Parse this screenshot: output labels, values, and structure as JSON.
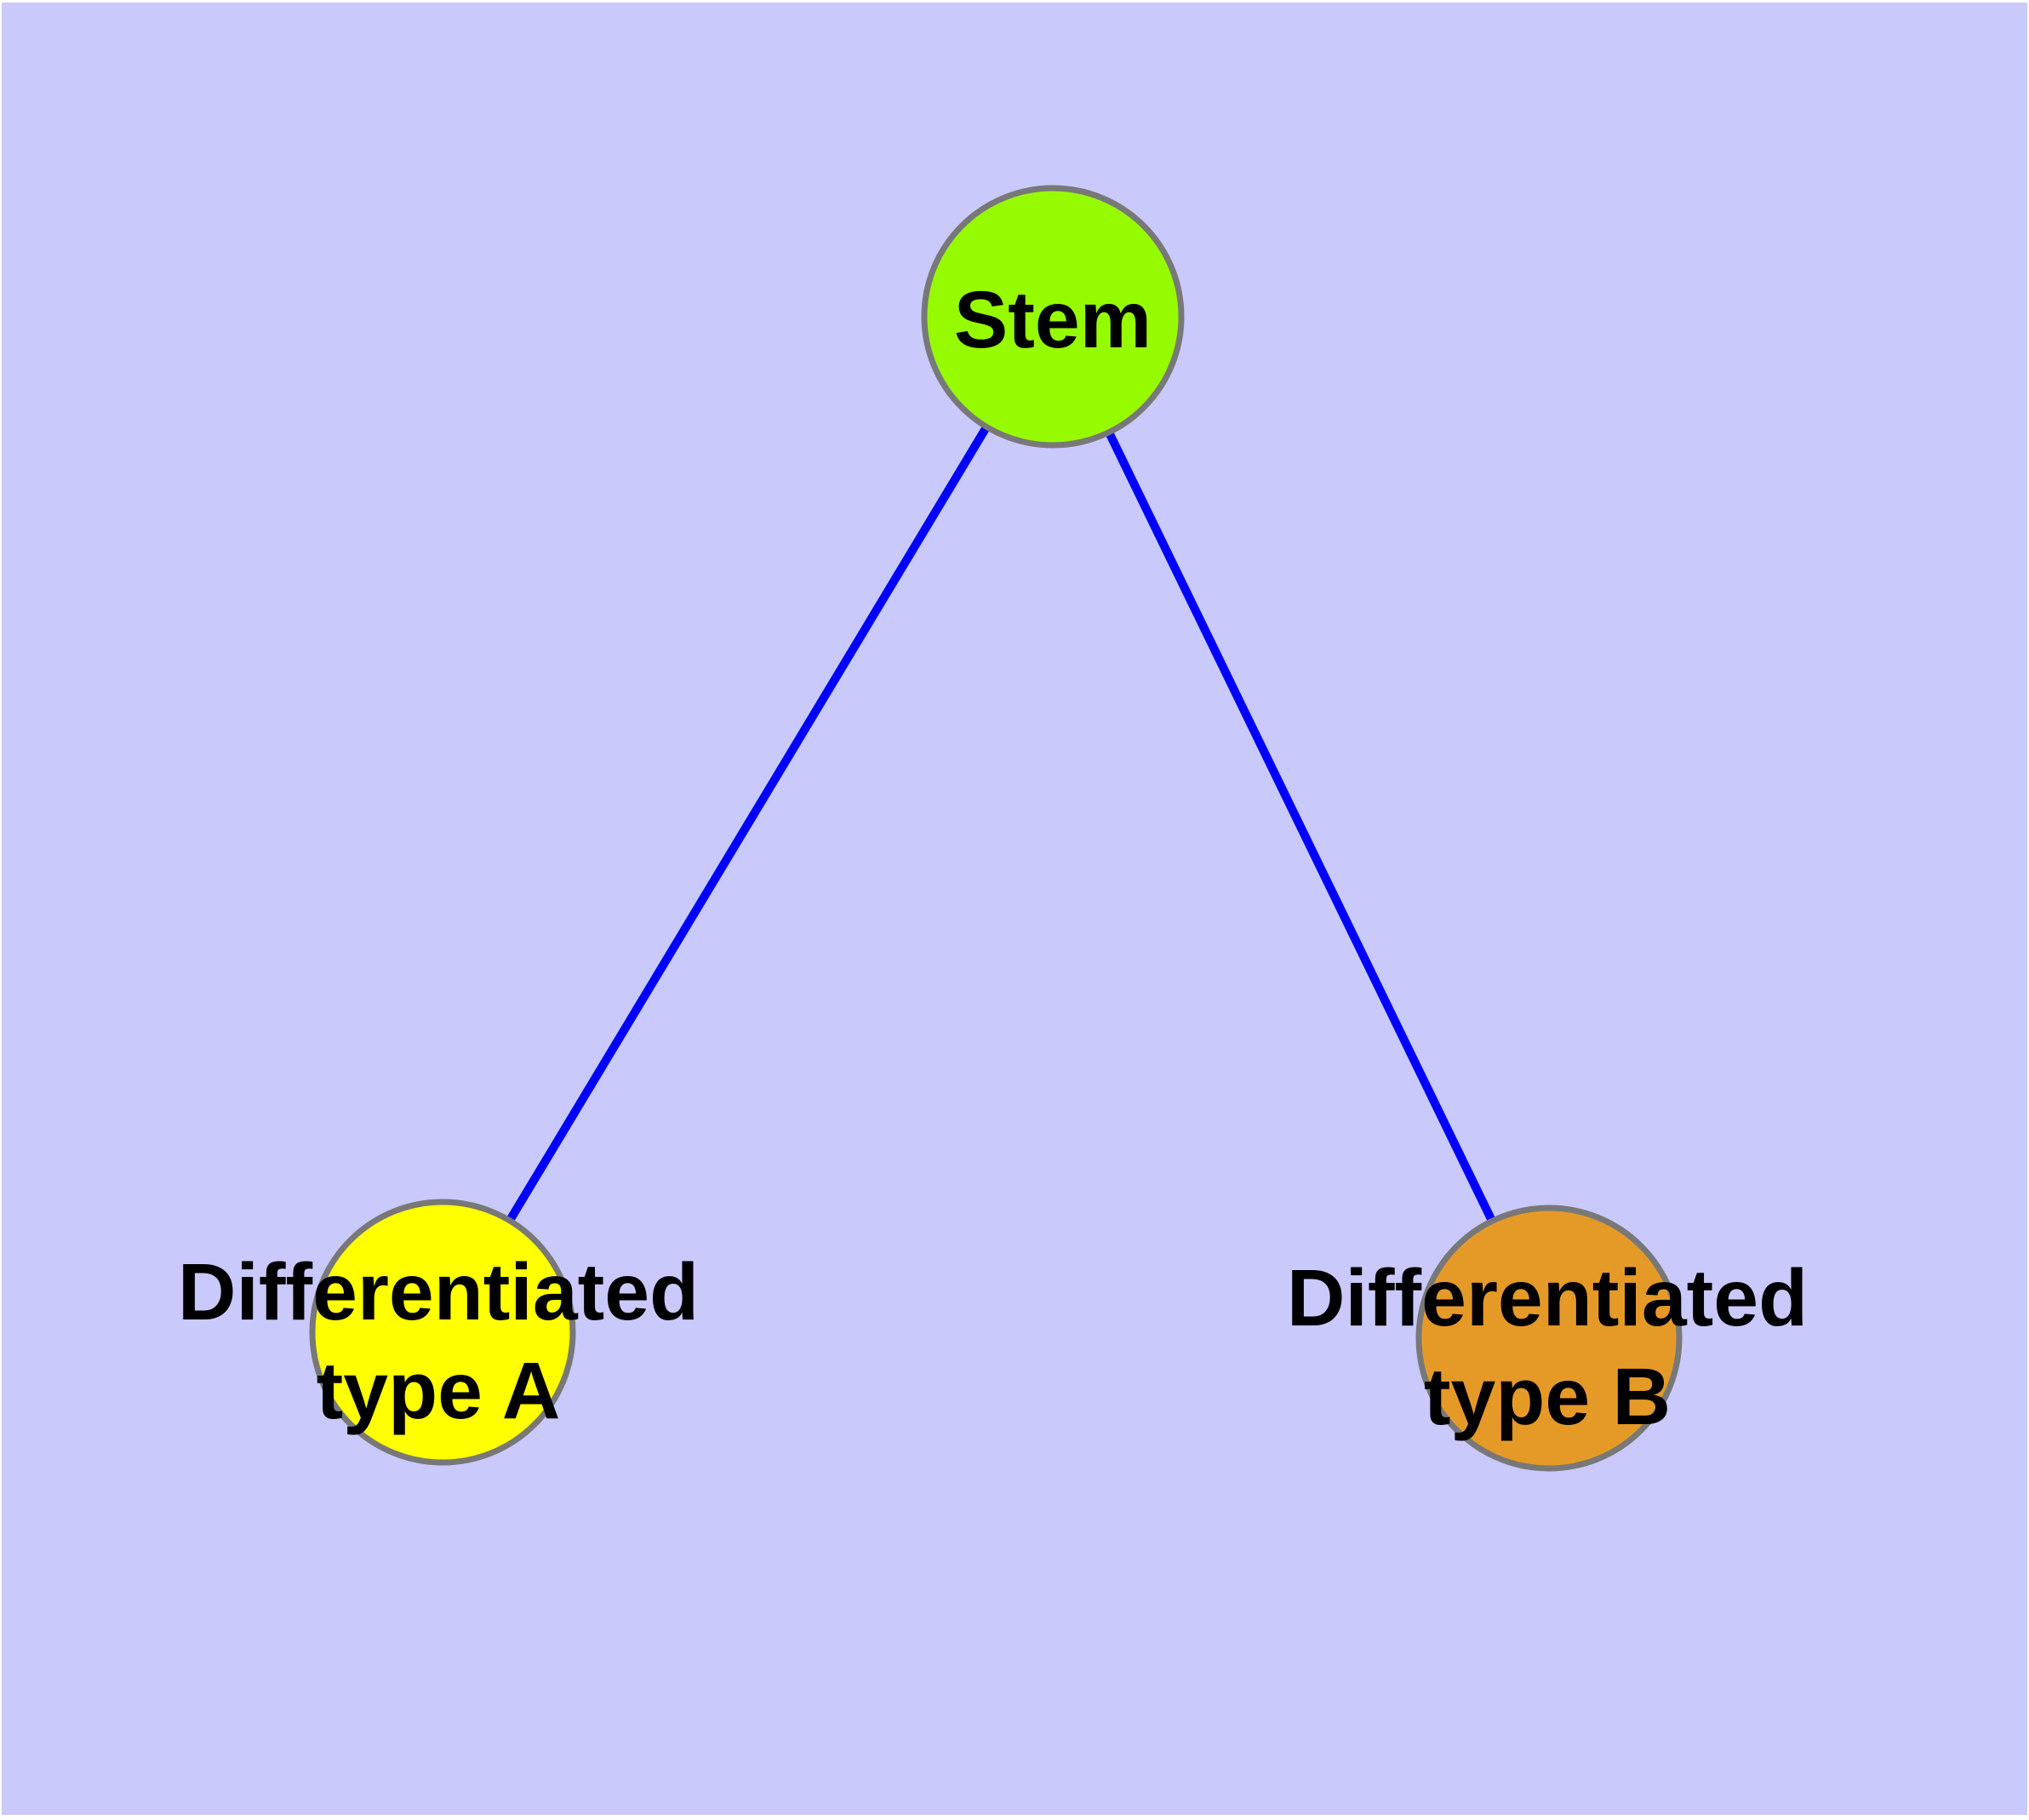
{
  "diagram": {
    "background_color": "#c9c9fb",
    "edge_color": "#0000ff",
    "node_border_color": "#787878",
    "text_color": "#000000",
    "nodes": [
      {
        "id": "stem",
        "label": "Stem",
        "label_lines": [
          "Stem"
        ],
        "color": "#97fb00"
      },
      {
        "id": "typeA",
        "label": "Differentiated type A",
        "label_lines": [
          "Differentiated",
          "type A"
        ],
        "color": "#ffff00"
      },
      {
        "id": "typeB",
        "label": "Differentiated type B",
        "label_lines": [
          "Differentiated",
          "type B"
        ],
        "color": "#e59a28"
      }
    ],
    "edges": [
      {
        "from": "Stem",
        "to": "Differentiated type A"
      },
      {
        "from": "Stem",
        "to": "Differentiated type B"
      }
    ]
  }
}
